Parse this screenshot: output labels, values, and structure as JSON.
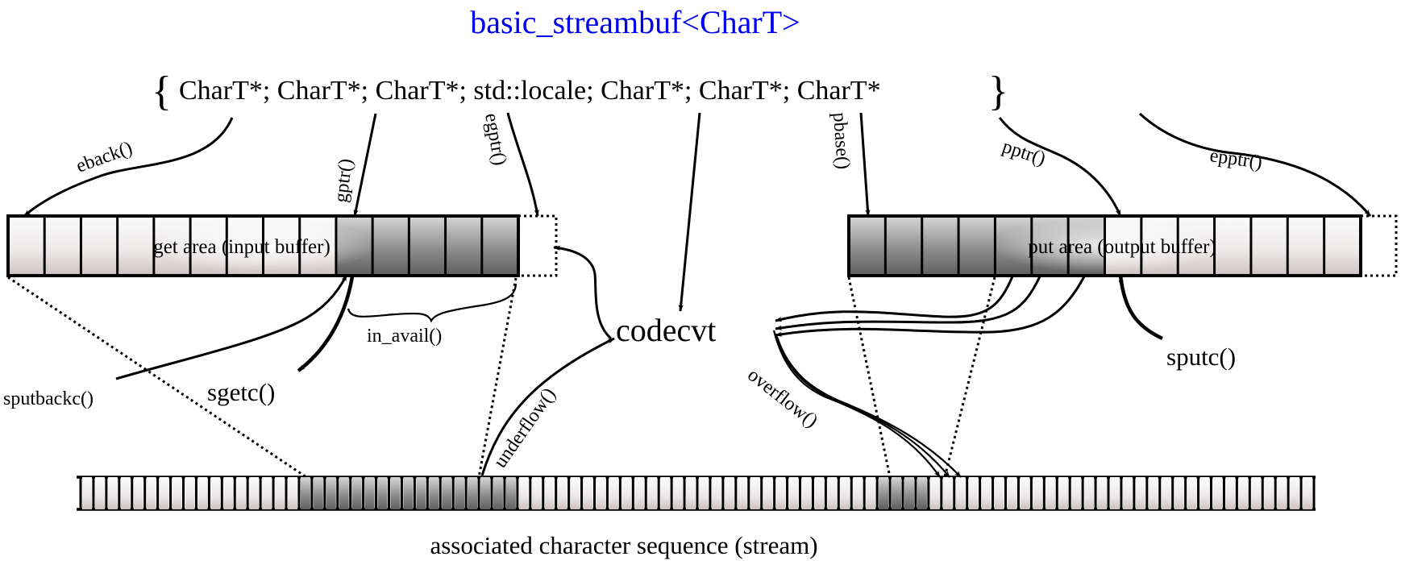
{
  "title": "basic_streambuf<CharT>",
  "struct": {
    "open_brace": "{",
    "close_brace": "}",
    "members": "CharT*; CharT*; CharT*; std::locale; CharT*; CharT*; CharT*"
  },
  "get_area": {
    "label": "get area (input buffer)",
    "cell_count": 14,
    "dark_from_cell": 9
  },
  "put_area": {
    "label": "put area (output buffer)",
    "cell_count": 14,
    "dark_until_cell": 7
  },
  "pointers": {
    "eback": "eback()",
    "gptr": "gptr()",
    "egptr": "egptr()",
    "pbase": "pbase()",
    "pptr": "pptr()",
    "epptr": "epptr()"
  },
  "operations": {
    "in_avail": "in_avail()",
    "sputbackc": "sputbackc()",
    "sgetc": "sgetc()",
    "underflow": "underflow()",
    "overflow": "overflow()",
    "sputc": "sputc()"
  },
  "codecvt": "codecvt",
  "stream": {
    "label": "associated character sequence (stream)",
    "cell_count": 96,
    "dark_ranges": [
      [
        17,
        34
      ],
      [
        62,
        66
      ]
    ]
  },
  "colors": {
    "title": "#0000ee",
    "ink": "#000000",
    "cell_light_top": "#fafafa",
    "cell_light_bottom": "#d2c4c4",
    "cell_dark": "#6e6e6e"
  }
}
